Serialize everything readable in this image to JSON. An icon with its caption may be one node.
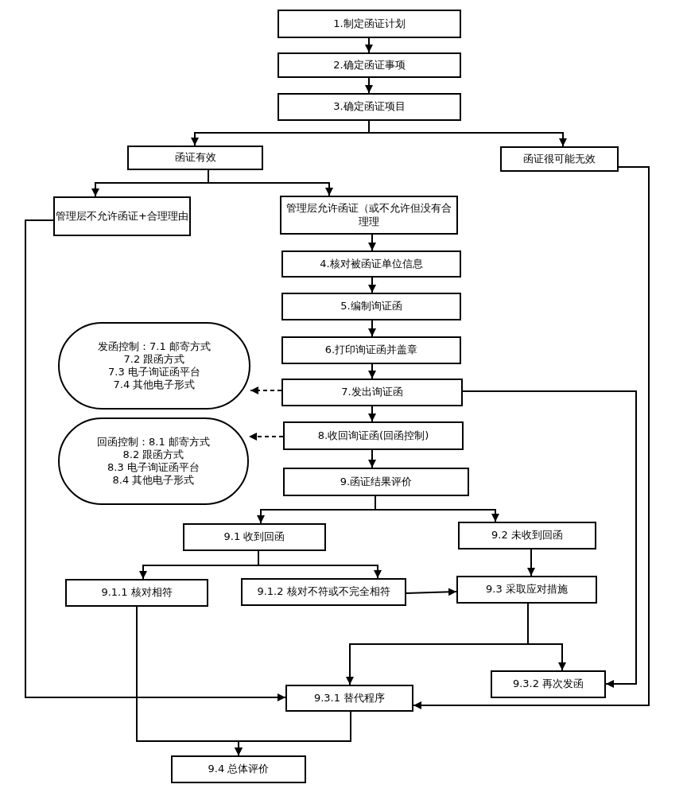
{
  "diagram": {
    "nodes": [
      {
        "text": [
          "1.制定函证计划"
        ]
      },
      {
        "text": [
          "2.确定函证事项"
        ]
      },
      {
        "text": [
          "3.确定函证项目"
        ]
      },
      {
        "text": [
          "函证有效"
        ]
      },
      {
        "text": [
          "函证很可能无效"
        ]
      },
      {
        "text": [
          "管理层不允许函证+合理理由"
        ]
      },
      {
        "text": [
          "管理层允许函证（或不允许但没有合理理"
        ]
      },
      {
        "text": [
          "4.核对被函证单位信息"
        ]
      },
      {
        "text": [
          "5.编制询证函"
        ]
      },
      {
        "text": [
          "6.打印询证函并盖章"
        ]
      },
      {
        "text": [
          "7.发出询证函"
        ]
      },
      {
        "text": [
          "8.收回询证函(回函控制)"
        ]
      },
      {
        "text": [
          "9.函证结果评价"
        ]
      },
      {
        "text": [
          "发函控制：7.1 邮寄方式",
          "7.2 跟函方式",
          "7.3 电子询证函平台",
          "7.4 其他电子形式"
        ]
      },
      {
        "text": [
          "回函控制：8.1 邮寄方式",
          "8.2 跟函方式",
          "8.3 电子询证函平台",
          "8.4 其他电子形式"
        ]
      },
      {
        "text": [
          "9.1 收到回函"
        ]
      },
      {
        "text": [
          "9.2 未收到回函"
        ]
      },
      {
        "text": [
          "9.1.1 核对相符"
        ]
      },
      {
        "text": [
          "9.1.2 核对不符或不完全相符"
        ]
      },
      {
        "text": [
          "9.3 采取应对措施"
        ]
      },
      {
        "text": [
          "9.3.2 再次发函"
        ]
      },
      {
        "text": [
          "9.3.1 替代程序"
        ]
      },
      {
        "text": [
          "9.4 总体评价"
        ]
      }
    ],
    "edges": [
      {
        "from": 0,
        "to": 1,
        "arrow": "to"
      },
      {
        "from": 1,
        "to": 2,
        "arrow": "to"
      },
      {
        "from": 2,
        "to": 3,
        "arrow": "to"
      },
      {
        "from": 2,
        "to": 4,
        "arrow": "to"
      },
      {
        "from": 3,
        "to": 5,
        "arrow": "to"
      },
      {
        "from": 3,
        "to": 6,
        "arrow": "to"
      },
      {
        "from": 6,
        "to": 7,
        "arrow": "to"
      },
      {
        "from": 7,
        "to": 8,
        "arrow": "to"
      },
      {
        "from": 8,
        "to": 9,
        "arrow": "to"
      },
      {
        "from": 9,
        "to": 10,
        "arrow": "to"
      },
      {
        "from": 10,
        "to": 11,
        "arrow": "to"
      },
      {
        "from": 11,
        "to": 12,
        "arrow": "to"
      },
      {
        "from": 10,
        "to": 13,
        "arrow": "to",
        "style": "dashed"
      },
      {
        "from": 11,
        "to": 14,
        "arrow": "to",
        "style": "dashed"
      },
      {
        "from": 12,
        "to": 15,
        "arrow": "to"
      },
      {
        "from": 12,
        "to": 16,
        "arrow": "to"
      },
      {
        "from": 15,
        "to": 17,
        "arrow": "to"
      },
      {
        "from": 15,
        "to": 18,
        "arrow": "to"
      },
      {
        "from": 16,
        "to": 19,
        "arrow": "to"
      },
      {
        "from": 18,
        "to": 19,
        "arrow": "to"
      },
      {
        "from": 19,
        "to": 21,
        "arrow": "to"
      },
      {
        "from": 19,
        "to": 20,
        "arrow": "to"
      },
      {
        "from": 10,
        "to": 20,
        "arrow": "to"
      },
      {
        "from": 4,
        "to": 21,
        "arrow": "to"
      },
      {
        "from": 5,
        "to": 21,
        "arrow": "to"
      },
      {
        "from": 17,
        "to": 22,
        "arrow": "to"
      },
      {
        "from": 21,
        "to": 22,
        "arrow": "to"
      }
    ]
  }
}
